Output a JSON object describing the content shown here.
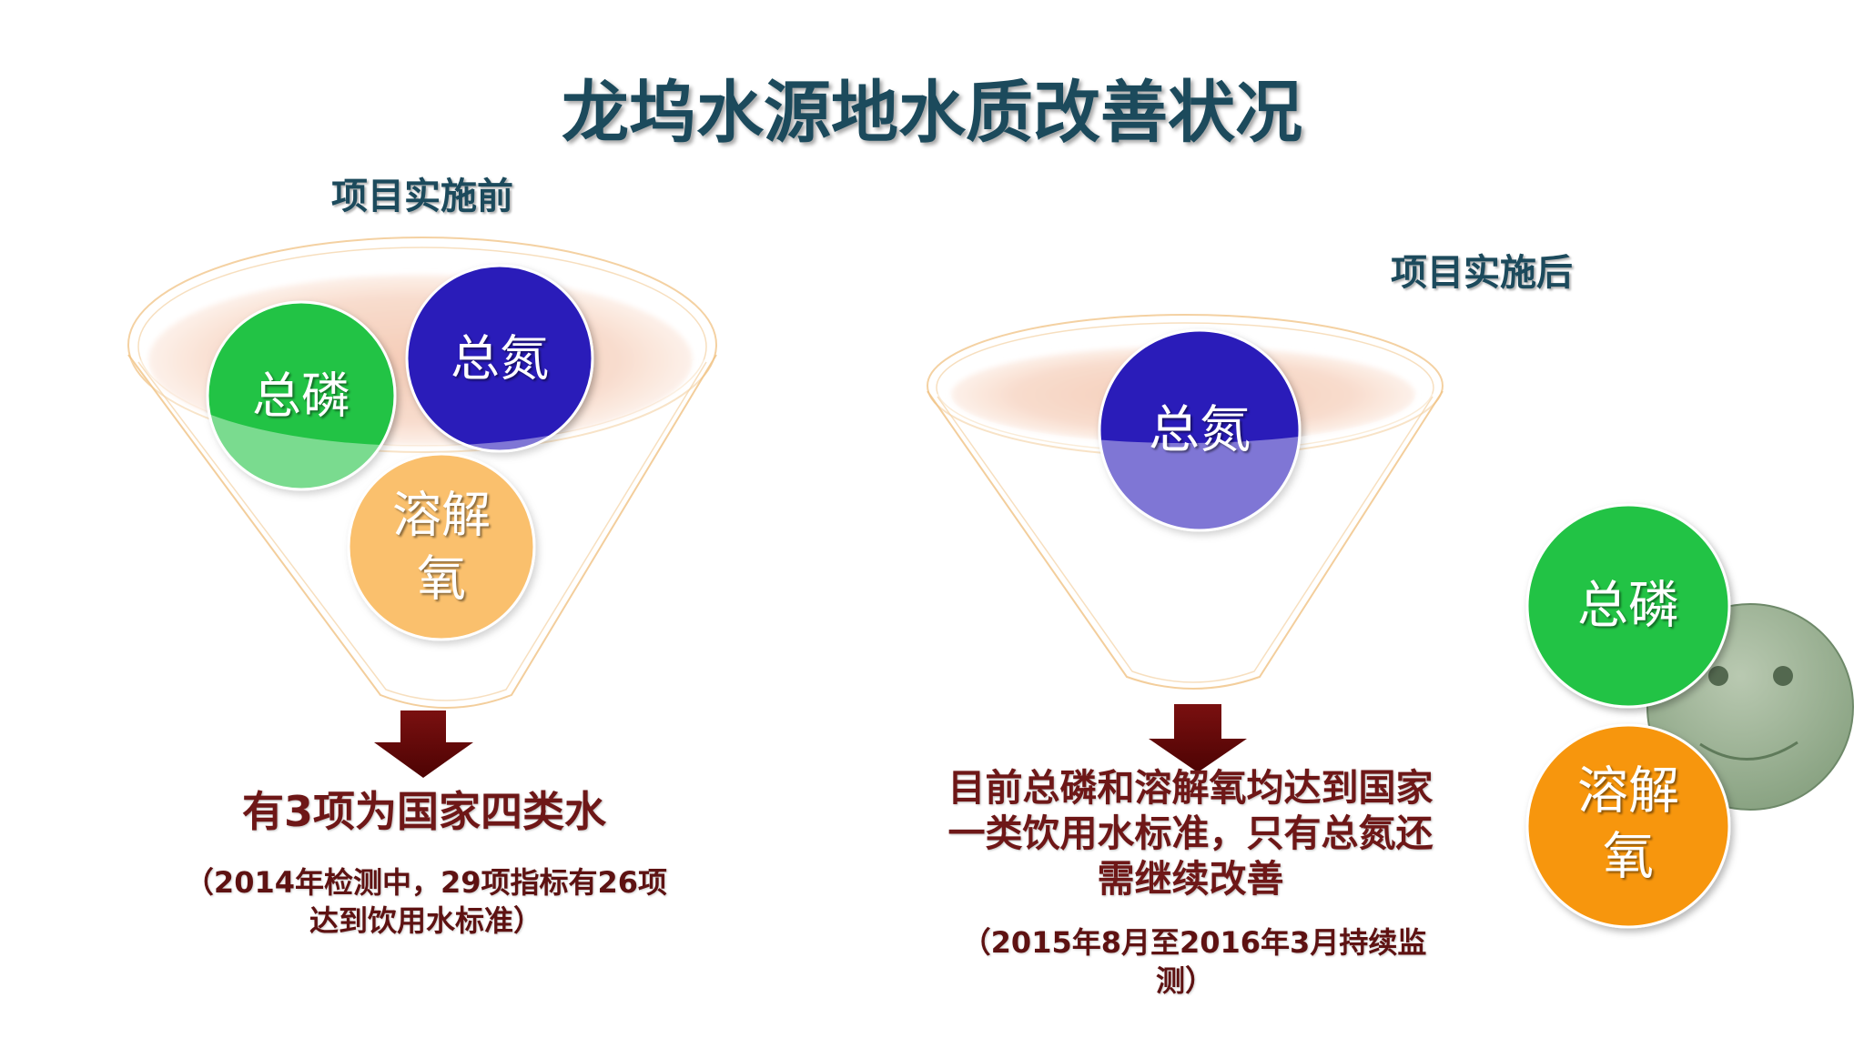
{
  "title": "龙坞水源地水质改善状况",
  "before": {
    "heading": "项目实施前",
    "funnel_items": {
      "phosphorus": "总磷",
      "nitrogen": "总氮",
      "oxygen_lines": [
        "溶解",
        "氧"
      ]
    },
    "result": "有3项为国家四类水",
    "note_lines": [
      "（2014年检测中，29项指标有26项",
      "达到饮用水标准）"
    ]
  },
  "after": {
    "heading": "项目实施后",
    "funnel_item": "总氮",
    "result_lines": [
      "目前总磷和溶解氧均达到国家",
      "一类饮用水标准，只有总氮还",
      "需继续改善"
    ],
    "note_lines": [
      "（2015年8月至2016年3月持续监",
      "测）"
    ],
    "passed_items": {
      "phosphorus": "总磷",
      "oxygen_lines": [
        "溶解",
        "氧"
      ]
    }
  },
  "icons": {
    "flow": "down-arrow-icon",
    "status": "smiley-face-icon"
  },
  "colors": {
    "title": "#1c4a5c",
    "green": "#22c345",
    "blue": "#2b1db9",
    "orange": "#f7960f",
    "result_text": "#6e1717",
    "arrow": "#7a1010",
    "smiley": "#86a07f",
    "funnel_outline": "#f0c283"
  }
}
